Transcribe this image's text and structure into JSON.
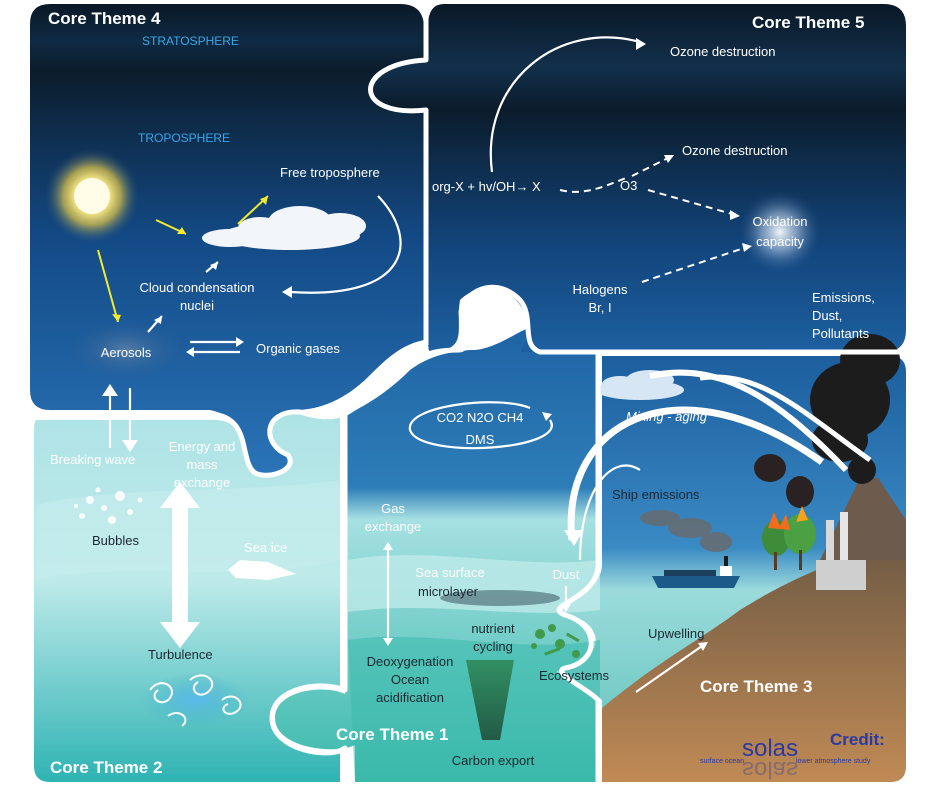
{
  "themes": {
    "ct1": "Core Theme 1",
    "ct2": "Core Theme 2",
    "ct3": "Core Theme 3",
    "ct4": "Core Theme 4",
    "ct5": "Core Theme 5"
  },
  "atmosphere": {
    "stratosphere": "STRATOSPHERE",
    "troposphere": "TROPOSPHERE",
    "free_troposphere": "Free troposphere",
    "ccn_line1": "Cloud condensation",
    "ccn_line2": "nuclei",
    "aerosols": "Aerosols",
    "organic_gases": "Organic gases"
  },
  "chemistry": {
    "ozone_destruction_top": "Ozone destruction",
    "ozone_destruction_mid": "Ozone destruction",
    "reaction": "org-X + hv/OH→ X",
    "o3": "O3",
    "oxidation_line1": "Oxidation",
    "oxidation_line2": "capacity",
    "halogens_line1": "Halogens",
    "halogens_line2": "Br, I",
    "emissions_line1": "Emissions,",
    "emissions_line2": "Dust,",
    "emissions_line3": "Pollutants"
  },
  "ocean_left": {
    "breaking_wave": "Breaking wave",
    "energy_line1": "Energy and",
    "energy_line2": "mass",
    "energy_line3": "exchange",
    "bubbles": "Bubbles",
    "sea_ice": "Sea ice",
    "turbulence": "Turbulence"
  },
  "ocean_center": {
    "gases_line1": "CO2  N2O  CH4",
    "gases_line2": "DMS",
    "gas_exchange_line1": "Gas",
    "gas_exchange_line2": "exchange",
    "microlayer_line1": "Sea surface",
    "microlayer_line2": "microlayer",
    "nutrient_line1": "nutrient",
    "nutrient_line2": "cycling",
    "deox_line1": "Deoxygenation",
    "deox_line2": "Ocean",
    "deox_line3": "acidification",
    "carbon_export": "Carbon export",
    "ecosystems": "Ecosystems",
    "dust": "Dust"
  },
  "land": {
    "mixing_aging": "Mixing - aging",
    "ship_emissions": "Ship emissions",
    "upwelling": "Upwelling"
  },
  "credit": {
    "label": "Credit:",
    "logo_word": "solas",
    "left_caption": "surface ocean",
    "right_caption": "lower atmosphere study"
  },
  "colors": {
    "sky_top": "#0b1c2b",
    "sky_mid": "#1a5aa0",
    "sea": "#8fd6d8",
    "deep_sea": "#3fb3b3",
    "land": "#b07a4a",
    "arrow_yellow": "#f2ea2e",
    "logo_blue": "#2b3a9e"
  }
}
